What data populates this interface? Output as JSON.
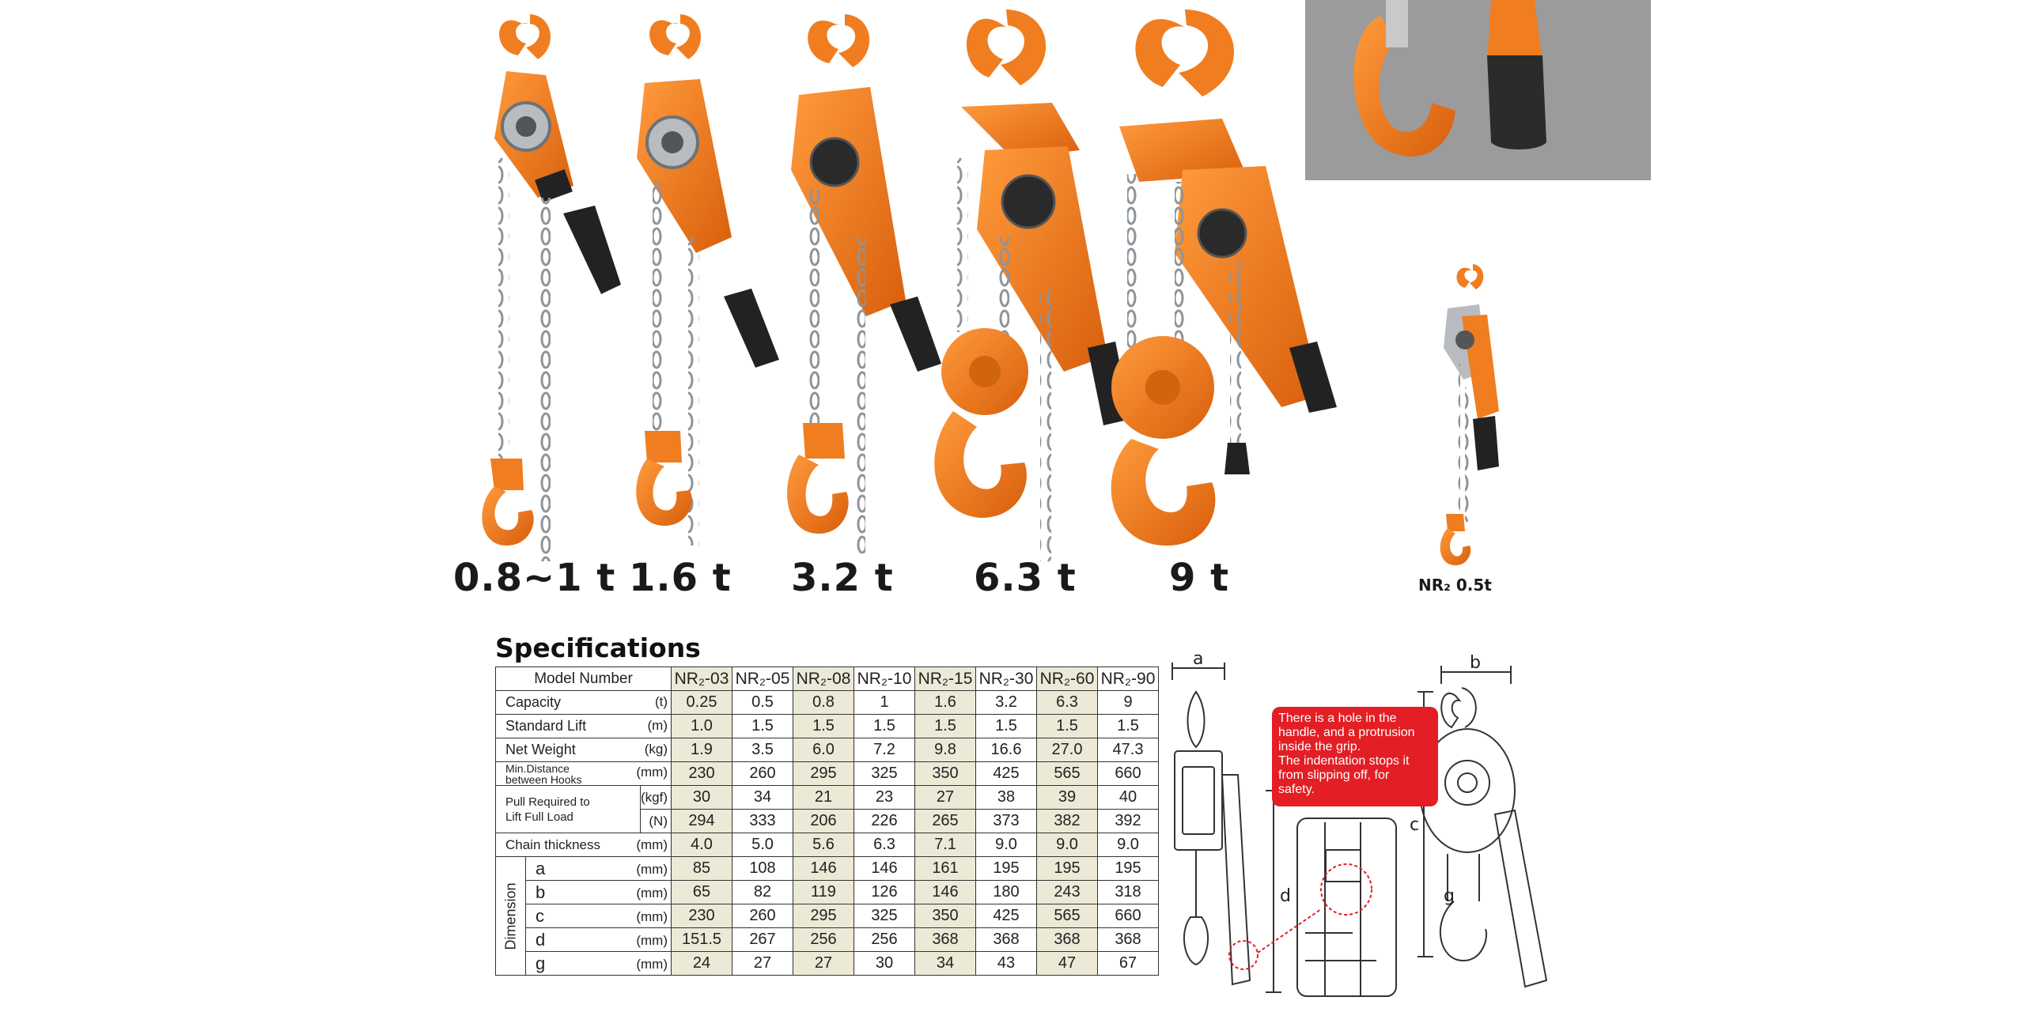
{
  "products": {
    "capacity_labels": [
      "0.8~1 t",
      "1.6 t",
      "3.2 t",
      "6.3 t",
      "9 t"
    ],
    "small_model_label": "NR₂ 0.5t",
    "main_color": "#f07d1f",
    "photo_background": "#9b9b9b"
  },
  "specifications": {
    "title": "Specifications",
    "model_header": "Model Number",
    "models": [
      "NR₂-03",
      "NR₂-05",
      "NR₂-08",
      "NR₂-10",
      "NR₂-15",
      "NR₂-30",
      "NR₂-60",
      "NR₂-90"
    ],
    "rows": {
      "capacity": {
        "label": "Capacity",
        "unit": "(t)",
        "values": [
          "0.25",
          "0.5",
          "0.8",
          "1",
          "1.6",
          "3.2",
          "6.3",
          "9"
        ]
      },
      "standard_lift": {
        "label": "Standard Lift",
        "unit": "(m)",
        "values": [
          "1.0",
          "1.5",
          "1.5",
          "1.5",
          "1.5",
          "1.5",
          "1.5",
          "1.5"
        ]
      },
      "net_weight": {
        "label": "Net Weight",
        "unit": "(kg)",
        "values": [
          "1.9",
          "3.5",
          "6.0",
          "7.2",
          "9.8",
          "16.6",
          "27.0",
          "47.3"
        ]
      },
      "min_distance": {
        "label_line1": "Min.Distance",
        "label_line2": "between Hooks",
        "unit": "(mm)",
        "values": [
          "230",
          "260",
          "295",
          "325",
          "350",
          "425",
          "565",
          "660"
        ]
      },
      "pull_required": {
        "label_line1": "Pull Required to",
        "label_line2": "Lift Full Load",
        "unit_kgf": "(kgf)",
        "values_kgf": [
          "30",
          "34",
          "21",
          "23",
          "27",
          "38",
          "39",
          "40"
        ],
        "unit_n": "(N)",
        "values_n": [
          "294",
          "333",
          "206",
          "226",
          "265",
          "373",
          "382",
          "392"
        ]
      },
      "chain_thickness": {
        "label": "Chain thickness",
        "unit": "(mm)",
        "values": [
          "4.0",
          "5.0",
          "5.6",
          "6.3",
          "7.1",
          "9.0",
          "9.0",
          "9.0"
        ]
      },
      "dimension": {
        "label": "Dimension",
        "unit": "(mm)",
        "a": {
          "letter": "a",
          "values": [
            "85",
            "108",
            "146",
            "146",
            "161",
            "195",
            "195",
            "195"
          ]
        },
        "b": {
          "letter": "b",
          "values": [
            "65",
            "82",
            "119",
            "126",
            "146",
            "180",
            "243",
            "318"
          ]
        },
        "c": {
          "letter": "c",
          "values": [
            "230",
            "260",
            "295",
            "325",
            "350",
            "425",
            "565",
            "660"
          ]
        },
        "d": {
          "letter": "d",
          "values": [
            "151.5",
            "267",
            "256",
            "256",
            "368",
            "368",
            "368",
            "368"
          ]
        },
        "g": {
          "letter": "g",
          "values": [
            "24",
            "27",
            "27",
            "30",
            "34",
            "43",
            "47",
            "67"
          ]
        }
      }
    },
    "shade_color": "#ece9d7"
  },
  "diagram": {
    "letters": [
      "a",
      "b",
      "c",
      "d",
      "g"
    ],
    "callout_lines": [
      "There is a hole in the",
      "handle, and a protrusion",
      "inside the grip.",
      "The indentation stops it",
      "from slipping off, for",
      "safety."
    ],
    "callout_color": "#e31e24"
  }
}
